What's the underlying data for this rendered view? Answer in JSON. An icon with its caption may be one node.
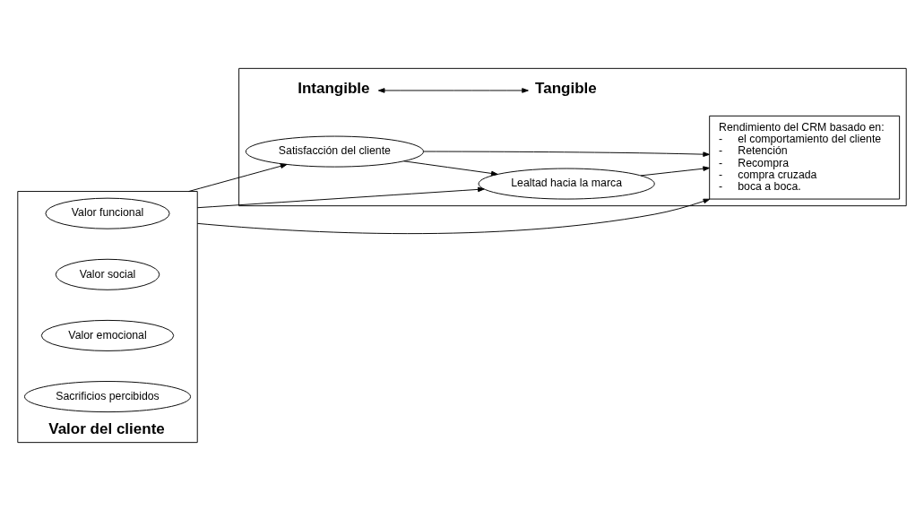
{
  "diagram": {
    "nodes": [
      {
        "text": [
          "Valor del cliente"
        ]
      },
      {
        "text": [
          "Valor funcional"
        ],
        "in": 0
      },
      {
        "text": [
          "Valor social"
        ],
        "in": 0
      },
      {
        "text": [
          "Valor emocional"
        ],
        "in": 0
      },
      {
        "text": [
          "Sacrificios percibidos"
        ],
        "in": 0
      },
      {
        "text": [],
        "shape": "box"
      },
      {
        "text": [
          "Intangible"
        ],
        "in": 5
      },
      {
        "text": [
          "Tangible"
        ],
        "in": 5
      },
      {
        "text": [
          "Satisfacción del cliente"
        ],
        "in": 5
      },
      {
        "text": [
          "Lealtad hacia la marca"
        ],
        "in": 5
      },
      {
        "text": [
          "Rendimiento del CRM basado en:",
          "-     el comportamiento del cliente",
          "-     Retención",
          "-     Recompra",
          "-     compra cruzada",
          "-     boca a boca."
        ],
        "in": 5
      }
    ],
    "edges": [
      {
        "from": 6,
        "to": 7,
        "arrow": "both"
      },
      {
        "from": 0,
        "to": 8,
        "arrow": "to"
      },
      {
        "from": 0,
        "to": 9,
        "arrow": "to"
      },
      {
        "from": 0,
        "to": 10,
        "arrow": "to"
      },
      {
        "from": 8,
        "to": 9,
        "arrow": "to"
      },
      {
        "from": 8,
        "to": 10,
        "arrow": "to"
      },
      {
        "from": 9,
        "to": 10,
        "arrow": "to"
      }
    ]
  }
}
